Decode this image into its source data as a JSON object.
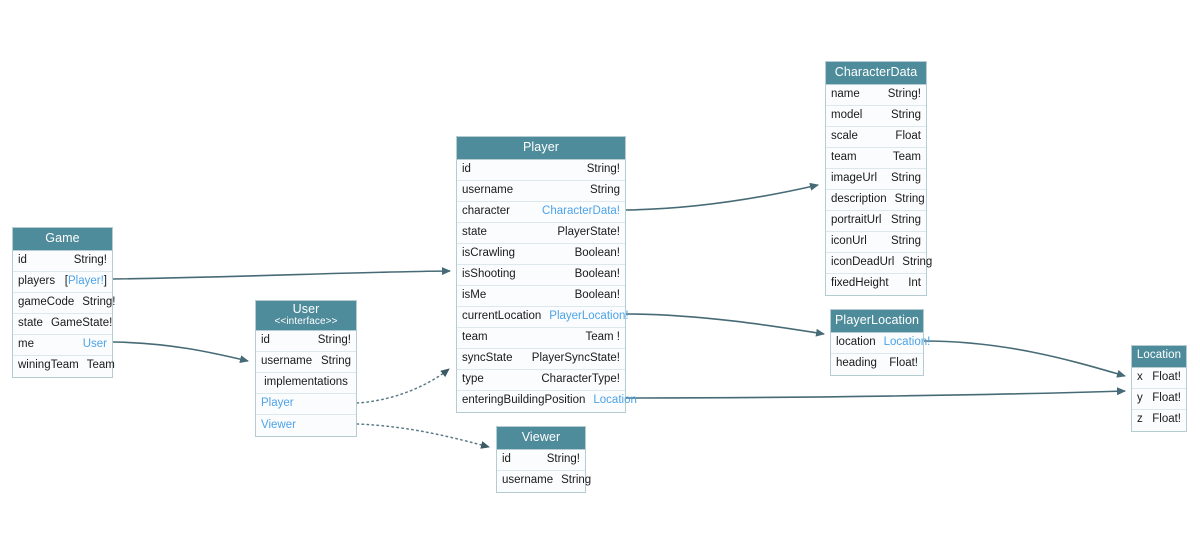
{
  "diagram": {
    "title": "GraphQL Schema Entity Diagram",
    "colors": {
      "header_bg": "#4f8c9b",
      "header_text": "#ffffff",
      "row_bg": "#fbfcfd",
      "border": "#b6ccd3",
      "type_ref": "#4da3e8",
      "edge": "#476b76",
      "background": "#ffffff"
    }
  },
  "entities": {
    "game": {
      "name": "Game",
      "fields": [
        {
          "name": "id",
          "type": "String!"
        },
        {
          "name": "players",
          "type": "[Player!]",
          "ref": true
        },
        {
          "name": "gameCode",
          "type": "String!"
        },
        {
          "name": "state",
          "type": "GameState!"
        },
        {
          "name": "me",
          "type": "User",
          "ref": true
        },
        {
          "name": "winingTeam",
          "type": "Team"
        }
      ]
    },
    "user": {
      "name": "User",
      "stereotype": "<<interface>>",
      "fields": [
        {
          "name": "id",
          "type": "String!"
        },
        {
          "name": "username",
          "type": "String"
        }
      ],
      "implementations_label": "implementations",
      "implementations": [
        {
          "name": "Player"
        },
        {
          "name": "Viewer"
        }
      ]
    },
    "player": {
      "name": "Player",
      "fields": [
        {
          "name": "id",
          "type": "String!"
        },
        {
          "name": "username",
          "type": "String"
        },
        {
          "name": "character",
          "type": "CharacterData!",
          "ref": true
        },
        {
          "name": "state",
          "type": "PlayerState!"
        },
        {
          "name": "isCrawling",
          "type": "Boolean!"
        },
        {
          "name": "isShooting",
          "type": "Boolean!"
        },
        {
          "name": "isMe",
          "type": "Boolean!"
        },
        {
          "name": "currentLocation",
          "type": "PlayerLocation!",
          "ref": true
        },
        {
          "name": "team",
          "type": "Team !"
        },
        {
          "name": "syncState",
          "type": "PlayerSyncState!"
        },
        {
          "name": "type",
          "type": "CharacterType!"
        },
        {
          "name": "enteringBuildingPosition",
          "type": "Location",
          "ref": true
        }
      ]
    },
    "viewer": {
      "name": "Viewer",
      "fields": [
        {
          "name": "id",
          "type": "String!"
        },
        {
          "name": "username",
          "type": "String"
        }
      ]
    },
    "character_data": {
      "name": "CharacterData",
      "fields": [
        {
          "name": "name",
          "type": "String!"
        },
        {
          "name": "model",
          "type": "String"
        },
        {
          "name": "scale",
          "type": "Float"
        },
        {
          "name": "team",
          "type": "Team"
        },
        {
          "name": "imageUrl",
          "type": "String"
        },
        {
          "name": "description",
          "type": "String"
        },
        {
          "name": "portraitUrl",
          "type": "String"
        },
        {
          "name": "iconUrl",
          "type": "String"
        },
        {
          "name": "iconDeadUrl",
          "type": "String"
        },
        {
          "name": "fixedHeight",
          "type": "Int"
        }
      ]
    },
    "player_location": {
      "name": "PlayerLocation",
      "fields": [
        {
          "name": "location",
          "type": "Location!",
          "ref": true
        },
        {
          "name": "heading",
          "type": "Float!"
        }
      ]
    },
    "location": {
      "name": "Location",
      "fields": [
        {
          "name": "x",
          "type": "Float!"
        },
        {
          "name": "y",
          "type": "Float!"
        },
        {
          "name": "z",
          "type": "Float!"
        }
      ]
    }
  },
  "edges": [
    {
      "name": "game-players-to-player",
      "from": "Game.players",
      "to": "Player",
      "style": "solid"
    },
    {
      "name": "game-me-to-user",
      "from": "Game.me",
      "to": "User",
      "style": "solid"
    },
    {
      "name": "player-character-to-characterdata",
      "from": "Player.character",
      "to": "CharacterData",
      "style": "solid"
    },
    {
      "name": "player-currentlocation-to-playerlocation",
      "from": "Player.currentLocation",
      "to": "PlayerLocation",
      "style": "solid"
    },
    {
      "name": "player-enteringbuildingposition-to-location",
      "from": "Player.enteringBuildingPosition",
      "to": "Location",
      "style": "solid"
    },
    {
      "name": "playerlocation-location-to-location",
      "from": "PlayerLocation.location",
      "to": "Location",
      "style": "solid"
    },
    {
      "name": "user-implements-player",
      "from": "User.Player",
      "to": "Player",
      "style": "dotted"
    },
    {
      "name": "user-implements-viewer",
      "from": "User.Viewer",
      "to": "Viewer",
      "style": "dotted"
    }
  ]
}
